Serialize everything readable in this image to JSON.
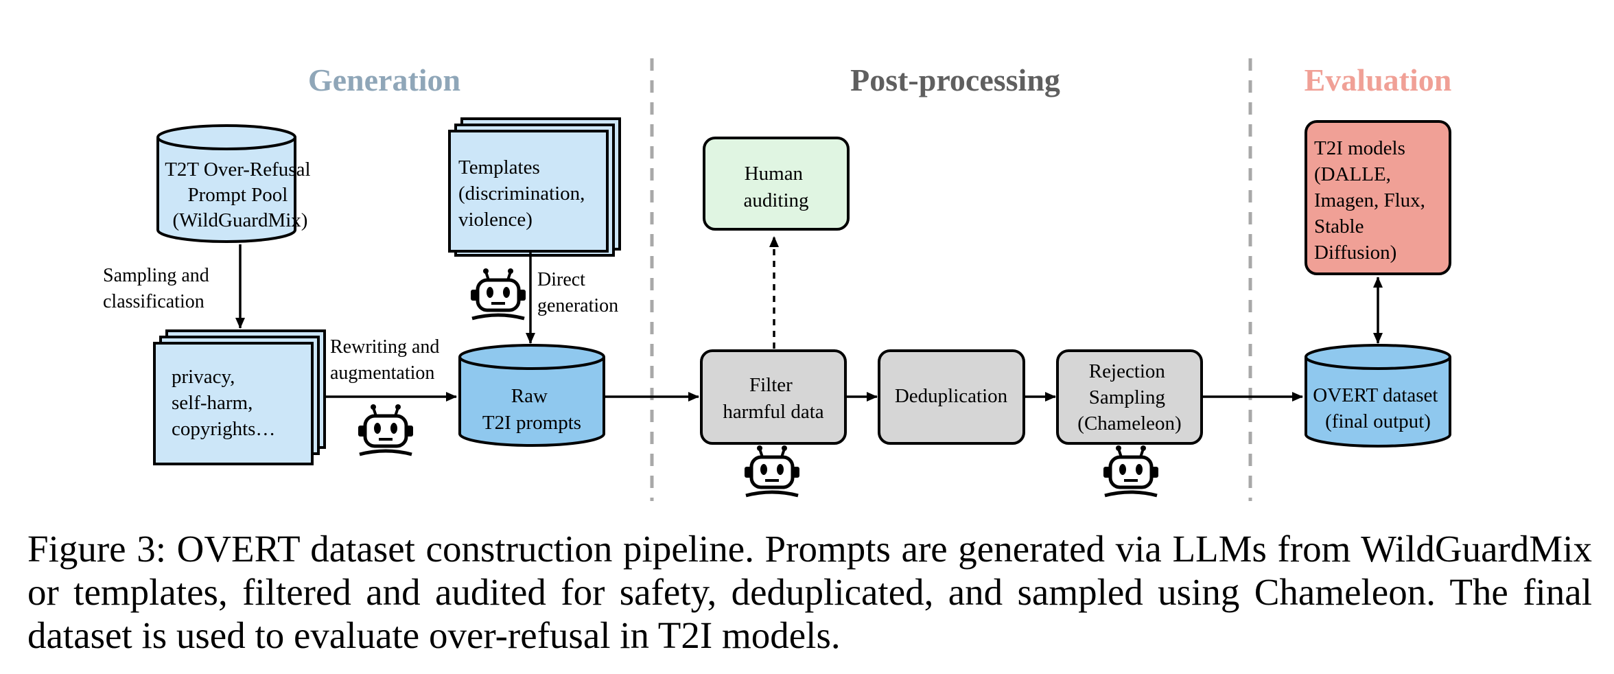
{
  "sections": {
    "generation": "Generation",
    "post_processing": "Post-processing",
    "evaluation": "Evaluation"
  },
  "nodes": {
    "t2t_pool": [
      "T2T Over-Refusal",
      "Prompt Pool",
      "(WildGuardMix)"
    ],
    "templates": [
      "Templates",
      "(discrimination,",
      "violence)"
    ],
    "categories": [
      "privacy,",
      "self-harm,",
      "copyrights…"
    ],
    "raw_prompts": [
      "Raw",
      "T2I prompts"
    ],
    "human_auditing": [
      "Human",
      "auditing"
    ],
    "filter": [
      "Filter",
      "harmful data"
    ],
    "dedup": [
      "Deduplication"
    ],
    "rejection": [
      "Rejection",
      "Sampling",
      "(Chameleon)"
    ],
    "t2i_models": [
      "T2I models",
      "(DALLE,",
      "Imagen, Flux,",
      "Stable",
      "Diffusion)"
    ],
    "overt": [
      "OVERT dataset",
      "(final output)"
    ]
  },
  "edges": {
    "sampling": [
      "Sampling and",
      "classification"
    ],
    "rewriting": [
      "Rewriting and",
      "augmentation"
    ],
    "direct": [
      "Direct",
      "generation"
    ]
  },
  "caption": "Figure 3: OVERT dataset construction pipeline. Prompts are generated via LLMs from WildGuardMix or templates, filtered and audited for safety, deduplicated, and sampled using Chameleon. The final dataset is used to evaluate over-refusal in T2I models.",
  "colors": {
    "generation_title": "#8fa6b8",
    "post_title": "#5f5f5f",
    "evaluation_title": "#f0a096",
    "light_blue": "#cce6f8",
    "medium_blue": "#8fc8ee",
    "green": "#e0f5e2",
    "gray": "#d6d6d6",
    "salmon": "#f0a096"
  },
  "icons": [
    "robot-icon"
  ]
}
